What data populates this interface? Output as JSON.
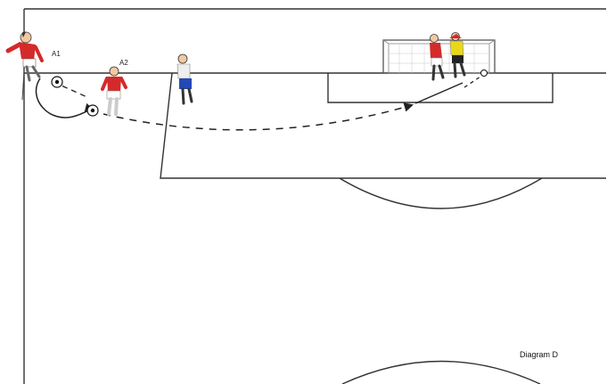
{
  "diagram": {
    "caption": "Diagram D",
    "labels": {
      "player_a1": "A1",
      "player_a2": "A2"
    },
    "colors": {
      "field_line": "#333333",
      "red_kit": "#d42a2a",
      "blue_shorts": "#2448b8",
      "yellow_kit": "#e8d81a",
      "skin": "#f0c9a0"
    }
  }
}
